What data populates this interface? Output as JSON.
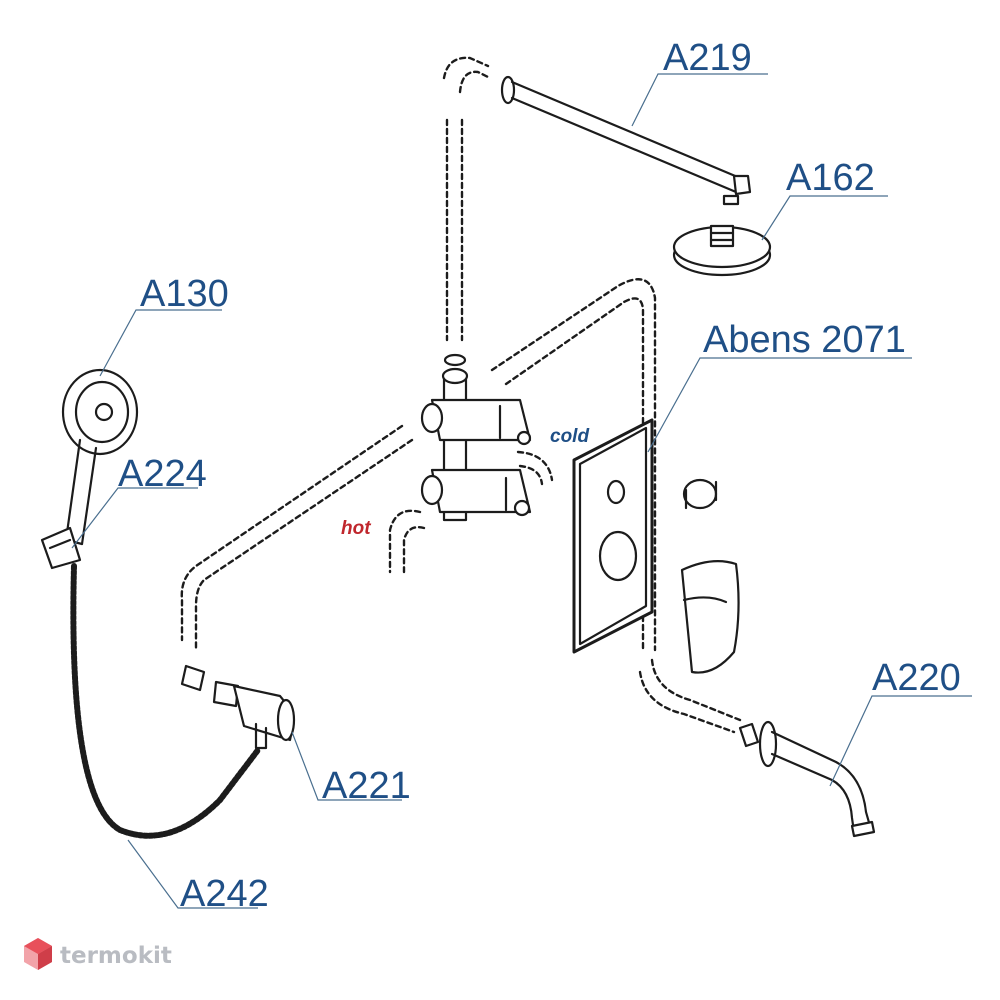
{
  "labels": {
    "arm": "A219",
    "head": "A162",
    "handshower": "A130",
    "holder": "A224",
    "mixer": "Abens 2071",
    "outlet": "A221",
    "spout": "A220",
    "hose": "A242"
  },
  "notes": {
    "cold": "cold",
    "hot": "hot"
  },
  "colors": {
    "label": "#1f4f86",
    "cold": "#1f4f86",
    "hot": "#c0272d",
    "line": "#1c1c1c",
    "watermark": "#b9bcc2",
    "logo": "#e8505b"
  },
  "watermark": {
    "text": "termokit",
    "icon": "cube-logo-icon"
  }
}
